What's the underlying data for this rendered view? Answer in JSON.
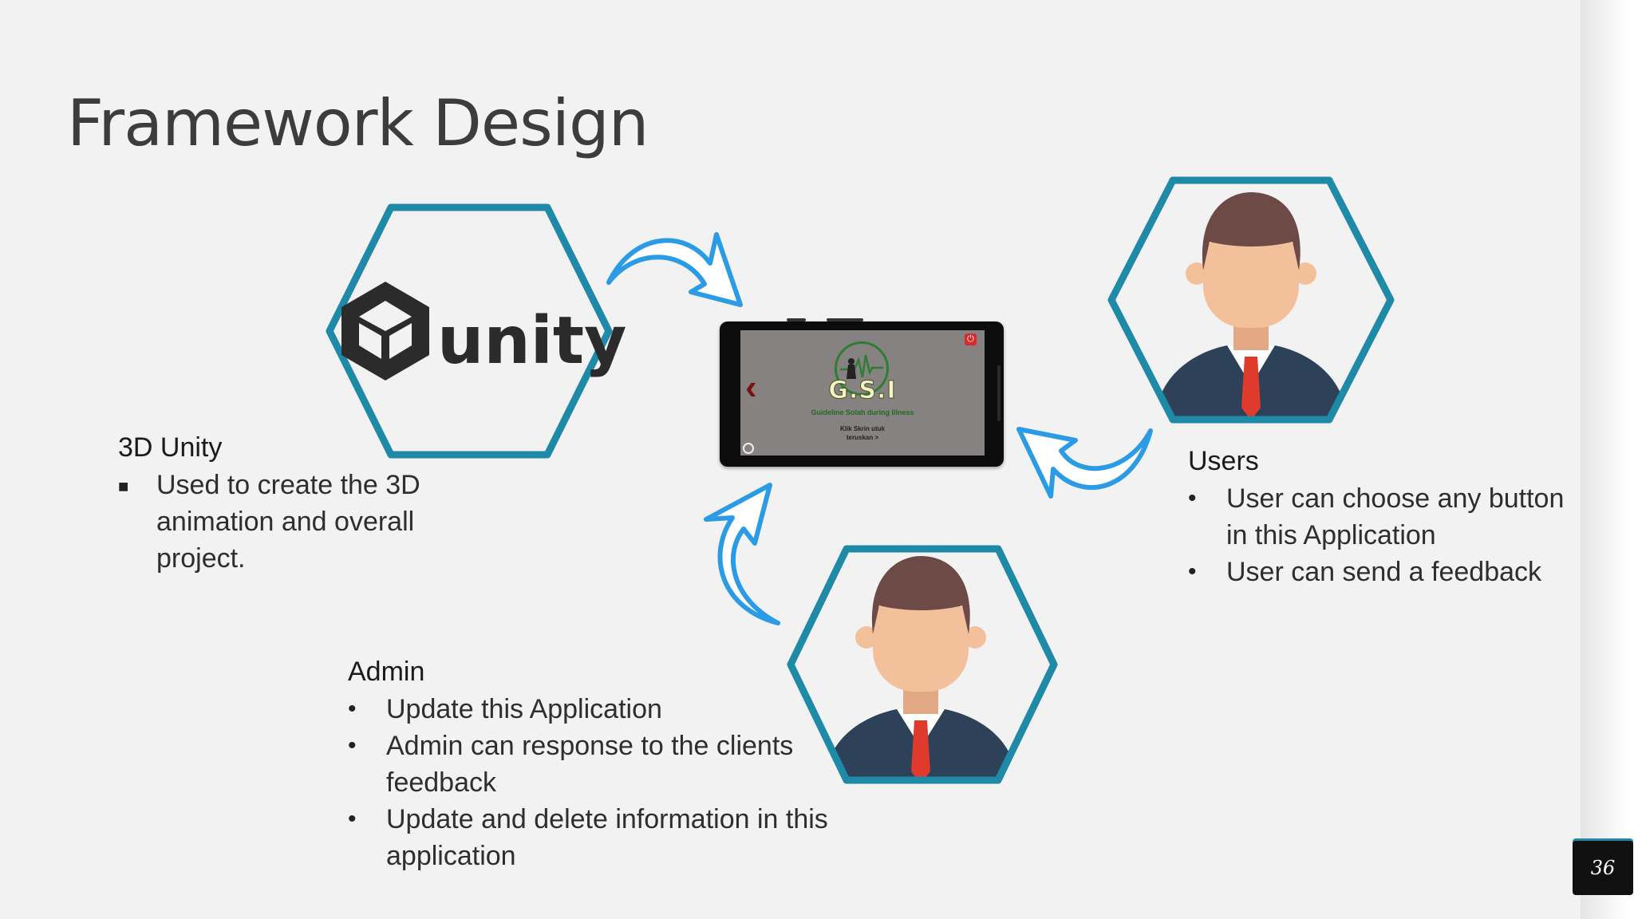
{
  "slide": {
    "title": "Framework Design",
    "page_number": "36"
  },
  "unity_section": {
    "logo_text": "unity",
    "heading": "3D Unity",
    "items": [
      "Used to create the 3D animation and overall project."
    ]
  },
  "users_section": {
    "heading": "Users",
    "items": [
      "User can choose any button in this Application",
      "User can send a feedback"
    ]
  },
  "admin_section": {
    "heading": "Admin",
    "items": [
      "Update this Application",
      "Admin can response to the clients feedback",
      "Update and delete information in this application"
    ]
  },
  "phone_app": {
    "logo_text": "G.S.I",
    "subtitle": "Guideline Solah during Illness",
    "prompt_line1": "Klik Skrin utuk",
    "prompt_line2": "teruskan >"
  },
  "colors": {
    "hex_border": "#1f8aa8",
    "arrow": "#2b9be6",
    "suit": "#2d4258",
    "tie": "#e03a2c",
    "skin": "#f2c19c",
    "hair": "#6e4a47"
  },
  "icons": [
    "unity-logo-icon",
    "user-avatar-icon",
    "admin-avatar-icon",
    "curved-arrow-icon",
    "power-icon",
    "settings-icon",
    "back-chevron-icon"
  ]
}
